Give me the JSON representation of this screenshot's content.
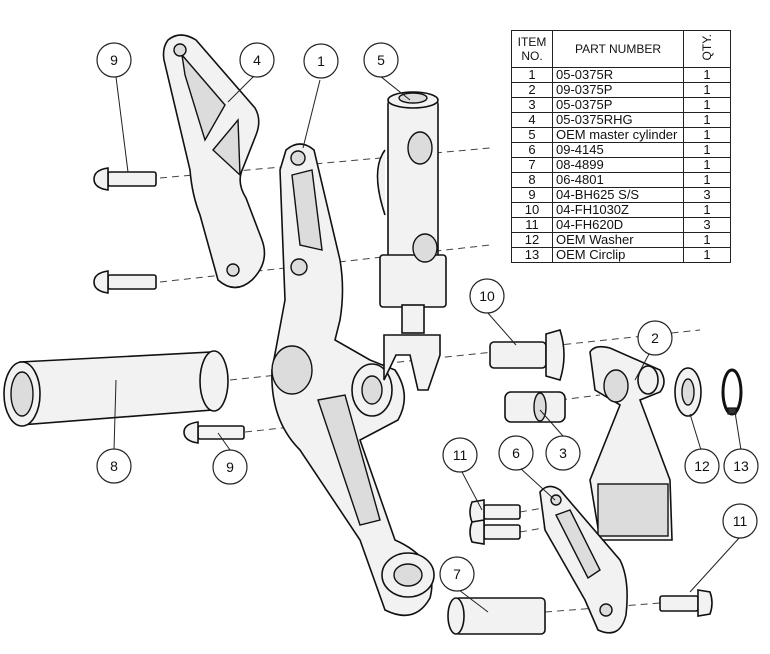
{
  "bom": {
    "headers": {
      "item": "ITEM NO.",
      "part": "PART NUMBER",
      "qty": "QTY."
    },
    "rows": [
      {
        "item": "1",
        "part": "05-0375R",
        "qty": "1"
      },
      {
        "item": "2",
        "part": "09-0375P",
        "qty": "1"
      },
      {
        "item": "3",
        "part": "05-0375P",
        "qty": "1"
      },
      {
        "item": "4",
        "part": "05-0375RHG",
        "qty": "1"
      },
      {
        "item": "5",
        "part": "OEM master cylinder",
        "qty": "1"
      },
      {
        "item": "6",
        "part": "09-4145",
        "qty": "1"
      },
      {
        "item": "7",
        "part": "08-4899",
        "qty": "1"
      },
      {
        "item": "8",
        "part": "06-4801",
        "qty": "1"
      },
      {
        "item": "9",
        "part": "04-BH625 S/S",
        "qty": "3"
      },
      {
        "item": "10",
        "part": "04-FH1030Z",
        "qty": "1"
      },
      {
        "item": "11",
        "part": "04-FH620D",
        "qty": "3"
      },
      {
        "item": "12",
        "part": "OEM Washer",
        "qty": "1"
      },
      {
        "item": "13",
        "part": "OEM Circlip",
        "qty": "1"
      }
    ]
  },
  "callouts": {
    "c9a": "9",
    "c4": "4",
    "c1": "1",
    "c5": "5",
    "c10": "10",
    "c2": "2",
    "c8": "8",
    "c9b": "9",
    "c3": "3",
    "c11a": "11",
    "c6": "6",
    "c12": "12",
    "c13": "13",
    "c11b": "11",
    "c7": "7"
  },
  "colors": {
    "line": "#222222",
    "fill": "#f2f2f2"
  }
}
